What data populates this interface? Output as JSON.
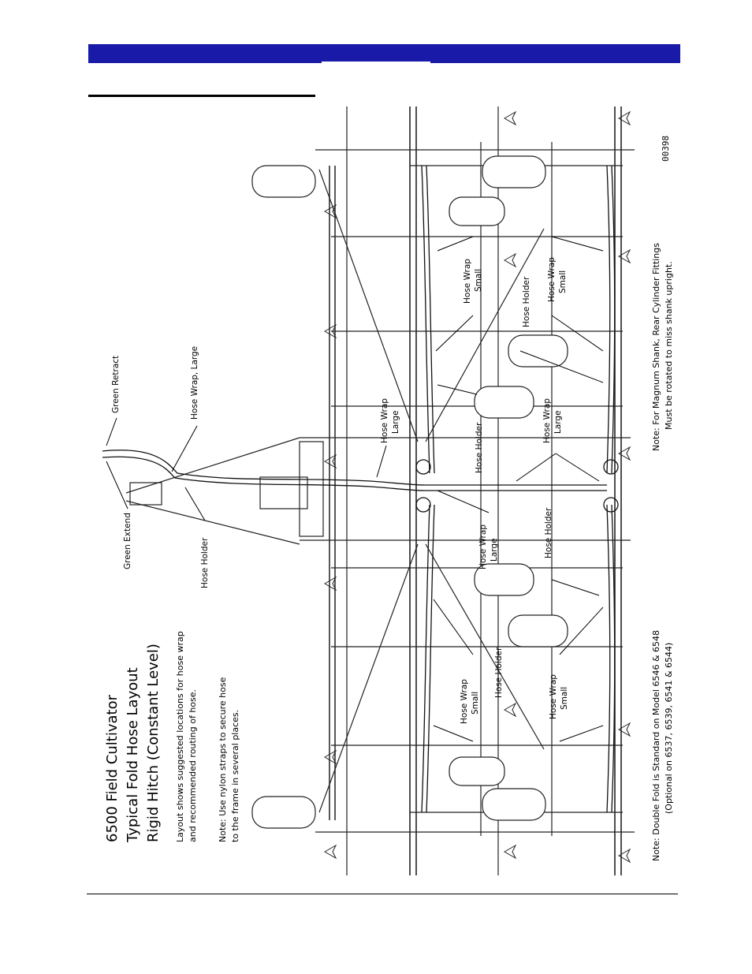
{
  "header": {
    "bar_color": "#1a1aa8"
  },
  "diagram": {
    "title_line1": "6500 Field Cultivator",
    "title_line2": "Typical Fold Hose Layout",
    "title_line3": "Rigid Hitch (Constant Level)",
    "desc_line1": "Layout shows suggested locations for hose wrap",
    "desc_line2": "and recommended routing of hose.",
    "note1_line1": "Note:  Use nylon straps to secure hose",
    "note1_line2": "to the frame in several places.",
    "note2_line1": "Note:  Double Fold is Standard on Model 6546 & 6548",
    "note2_line2": "(Optional on 6537, 6539, 6541 & 6544)",
    "note3_line1": "Note:  For Magnum Shank, Rear Cylinder Fittings",
    "note3_line2": "Must be rotated to miss shank upright.",
    "figure_number": "00398",
    "callouts": {
      "green_retract": "Green Retract",
      "green_extend": "Green Extend",
      "hose_wrap_large_hitch": "Hose Wrap, Large",
      "hose_holder": "Hose Holder",
      "hose_wrap": "Hose Wrap",
      "large": "Large",
      "small": "Small"
    }
  }
}
